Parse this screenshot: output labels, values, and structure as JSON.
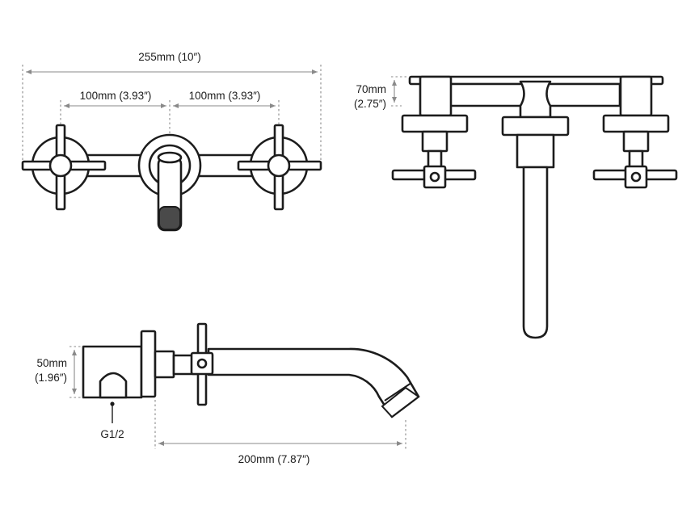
{
  "dimensions": {
    "overall_width": "255mm (10″)",
    "left_spacing": "100mm (3.93″)",
    "right_spacing": "100mm (3.93″)",
    "height_top_mm": "70mm",
    "height_top_in": "(2.75″)",
    "height_side_mm": "50mm",
    "height_side_in": "(1.96″)",
    "thread": "G1/2",
    "spout_reach": "200mm (7.87″)"
  },
  "colors": {
    "outline": "#1c1c1c",
    "dimension_line": "#8a8a8a"
  }
}
